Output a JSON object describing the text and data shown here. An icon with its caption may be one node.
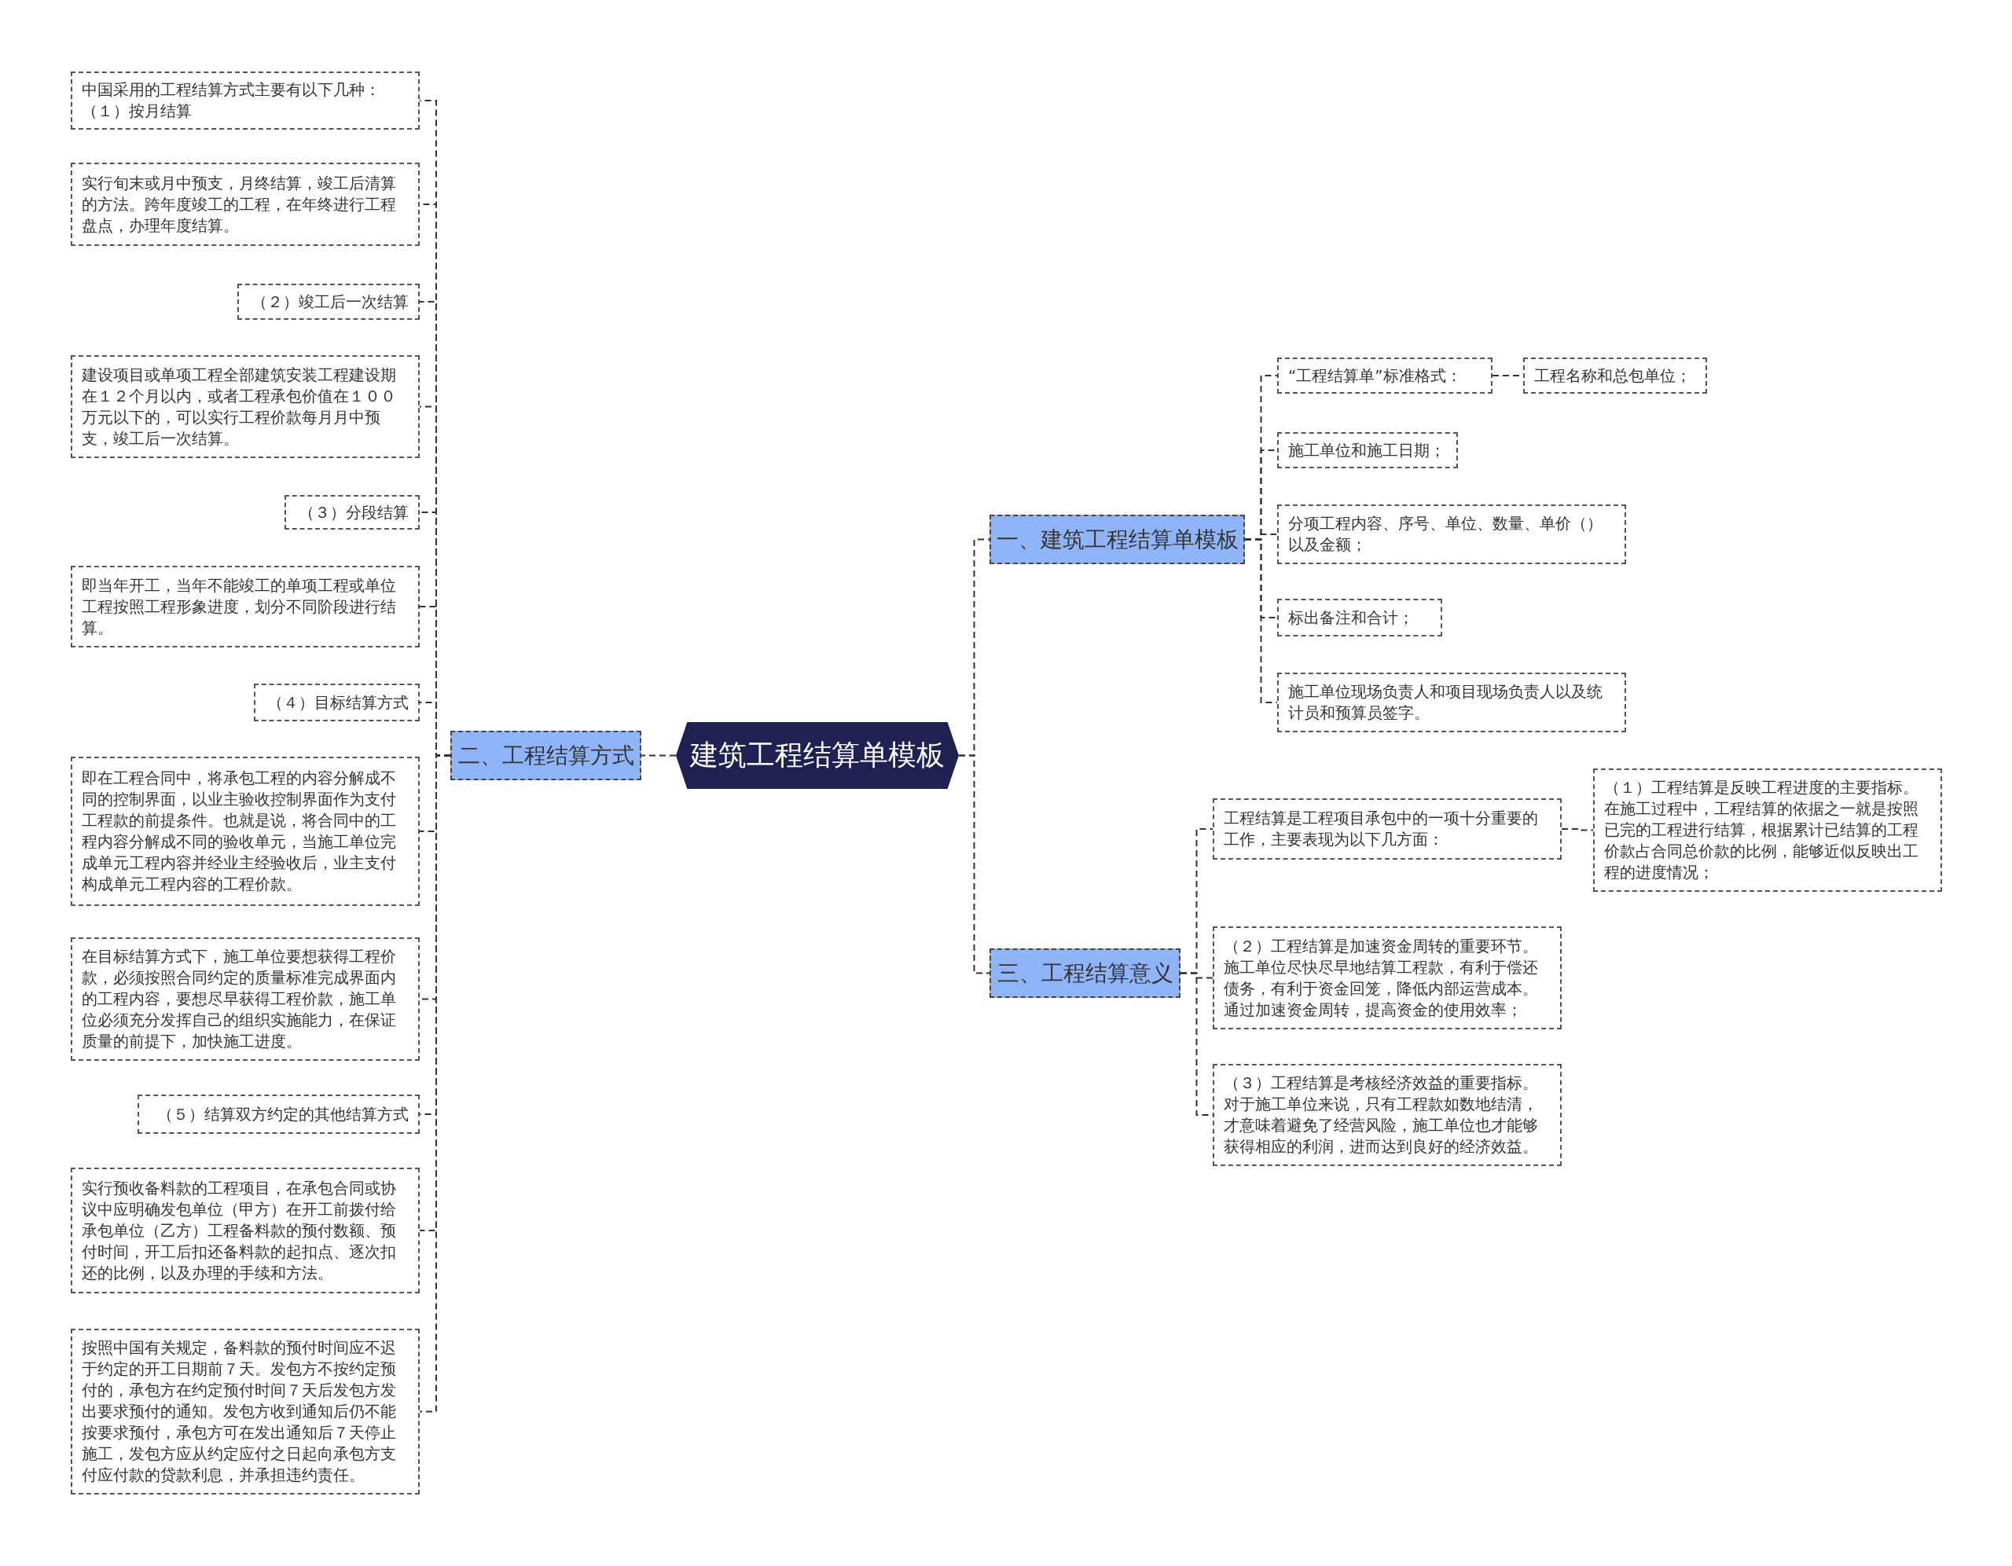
{
  "diagram": {
    "nodes": [
      {
        "text": [
          "建筑工程结算单模板"
        ]
      },
      {
        "text": [
          "二、工程结算方式"
        ]
      },
      {
        "text": [
          "中国采用的工程结算方式主要有以下几种：（１）按月结算"
        ]
      },
      {
        "text": [
          "实行旬末或月中预支，月终结算，竣工后清算的方法。跨年度竣工的工程，在年终进行工程盘点，办理年度结算。"
        ]
      },
      {
        "text": [
          "（２）竣工后一次结算"
        ]
      },
      {
        "text": [
          "建设项目或单项工程全部建筑安装工程建设期在１２个月以内，或者工程承包价值在１００万元以下的，可以实行工程价款每月月中预支，竣工后一次结算。"
        ]
      },
      {
        "text": [
          "（３）分段结算"
        ]
      },
      {
        "text": [
          "即当年开工，当年不能竣工的单项工程或单位工程按照工程形象进度，划分不同阶段进行结算。"
        ]
      },
      {
        "text": [
          "（４）目标结算方式"
        ]
      },
      {
        "text": [
          "即在工程合同中，将承包工程的内容分解成不同的控制界面，以业主验收控制界面作为支付工程款的前提条件。也就是说，将合同中的工程内容分解成不同的验收单元，当施工单位完成单元工程内容并经业主经验收后，业主支付构成单元工程内容的工程价款。"
        ]
      },
      {
        "text": [
          "在目标结算方式下，施工单位要想获得工程价款，必须按照合同约定的质量标准完成界面内的工程内容，要想尽早获得工程价款，施工单位必须充分发挥自己的组织实施能力，在保证质量的前提下，加快施工进度。"
        ]
      },
      {
        "text": [
          "（５）结算双方约定的其他结算方式"
        ]
      },
      {
        "text": [
          "实行预收备料款的工程项目，在承包合同或协议中应明确发包单位（甲方）在开工前拨付给承包单位（乙方）工程备料款的预付数额、预付时间，开工后扣还备料款的起扣点、逐次扣还的比例，以及办理的手续和方法。"
        ]
      },
      {
        "text": [
          "按照中国有关规定，备料款的预付时间应不迟于约定的开工日期前７天。发包方不按约定预付的，承包方在约定预付时间７天后发包方发出要求预付的通知。发包方收到通知后仍不能按要求预付，承包方可在发出通知后７天停止施工，发包方应从约定应付之日起向承包方支付应付款的贷款利息，并承担违约责任。"
        ]
      },
      {
        "text": [
          "一、建筑工程结算单模板"
        ]
      },
      {
        "text": [
          "“工程结算单”标准格式："
        ]
      },
      {
        "text": [
          "工程名称和总包单位；"
        ]
      },
      {
        "text": [
          "施工单位和施工日期；"
        ]
      },
      {
        "text": [
          "分项工程内容、序号、单位、数量、单价（）以及金额；"
        ]
      },
      {
        "text": [
          "标出备注和合计；"
        ]
      },
      {
        "text": [
          "施工单位现场负责人和项目现场负责人以及统计员和预算员签字。"
        ]
      },
      {
        "text": [
          "三、工程结算意义"
        ]
      },
      {
        "text": [
          "工程结算是工程项目承包中的一项十分重要的工作，主要表现为以下几方面："
        ]
      },
      {
        "text": [
          "（１）工程结算是反映工程进度的主要指标。在施工过程中，工程结算的依据之一就是按照已完的工程进行结算，根据累计已结算的工程价款占合同总价款的比例，能够近似反映出工程的进度情况；"
        ]
      },
      {
        "text": [
          "（２）工程结算是加速资金周转的重要环节。施工单位尽快尽早地结算工程款，有利于偿还债务，有利于资金回笼，降低内部运营成本。通过加速资金周转，提高资金的使用效率；"
        ]
      },
      {
        "text": [
          "（３）工程结算是考核经济效益的重要指标。对于施工单位来说，只有工程款如数地结清，才意味着避免了经营风险，施工单位也才能够获得相应的利润，进而达到良好的经济效益。"
        ]
      }
    ],
    "edges": [
      {
        "from": 0,
        "to": 1,
        "arrow": "none",
        "style": "dashed"
      },
      {
        "from": 1,
        "to": 2,
        "arrow": "none",
        "style": "dashed"
      },
      {
        "from": 1,
        "to": 3,
        "arrow": "none",
        "style": "dashed"
      },
      {
        "from": 1,
        "to": 4,
        "arrow": "none",
        "style": "dashed"
      },
      {
        "from": 1,
        "to": 5,
        "arrow": "none",
        "style": "dashed"
      },
      {
        "from": 1,
        "to": 6,
        "arrow": "none",
        "style": "dashed"
      },
      {
        "from": 1,
        "to": 7,
        "arrow": "none",
        "style": "dashed"
      },
      {
        "from": 1,
        "to": 8,
        "arrow": "none",
        "style": "dashed"
      },
      {
        "from": 1,
        "to": 9,
        "arrow": "none",
        "style": "dashed"
      },
      {
        "from": 1,
        "to": 10,
        "arrow": "none",
        "style": "dashed"
      },
      {
        "from": 1,
        "to": 11,
        "arrow": "none",
        "style": "dashed"
      },
      {
        "from": 1,
        "to": 12,
        "arrow": "none",
        "style": "dashed"
      },
      {
        "from": 1,
        "to": 13,
        "arrow": "none",
        "style": "dashed"
      },
      {
        "from": 0,
        "to": 14,
        "arrow": "none",
        "style": "dashed"
      },
      {
        "from": 14,
        "to": 15,
        "arrow": "none",
        "style": "dashed"
      },
      {
        "from": 15,
        "to": 16,
        "arrow": "none",
        "style": "dashed"
      },
      {
        "from": 14,
        "to": 17,
        "arrow": "none",
        "style": "dashed"
      },
      {
        "from": 14,
        "to": 18,
        "arrow": "none",
        "style": "dashed"
      },
      {
        "from": 14,
        "to": 19,
        "arrow": "none",
        "style": "dashed"
      },
      {
        "from": 14,
        "to": 20,
        "arrow": "none",
        "style": "dashed"
      },
      {
        "from": 0,
        "to": 21,
        "arrow": "none",
        "style": "dashed"
      },
      {
        "from": 21,
        "to": 22,
        "arrow": "none",
        "style": "dashed"
      },
      {
        "from": 22,
        "to": 23,
        "arrow": "none",
        "style": "dashed"
      },
      {
        "from": 21,
        "to": 24,
        "arrow": "none",
        "style": "dashed"
      },
      {
        "from": 21,
        "to": 25,
        "arrow": "none",
        "style": "dashed"
      }
    ]
  }
}
